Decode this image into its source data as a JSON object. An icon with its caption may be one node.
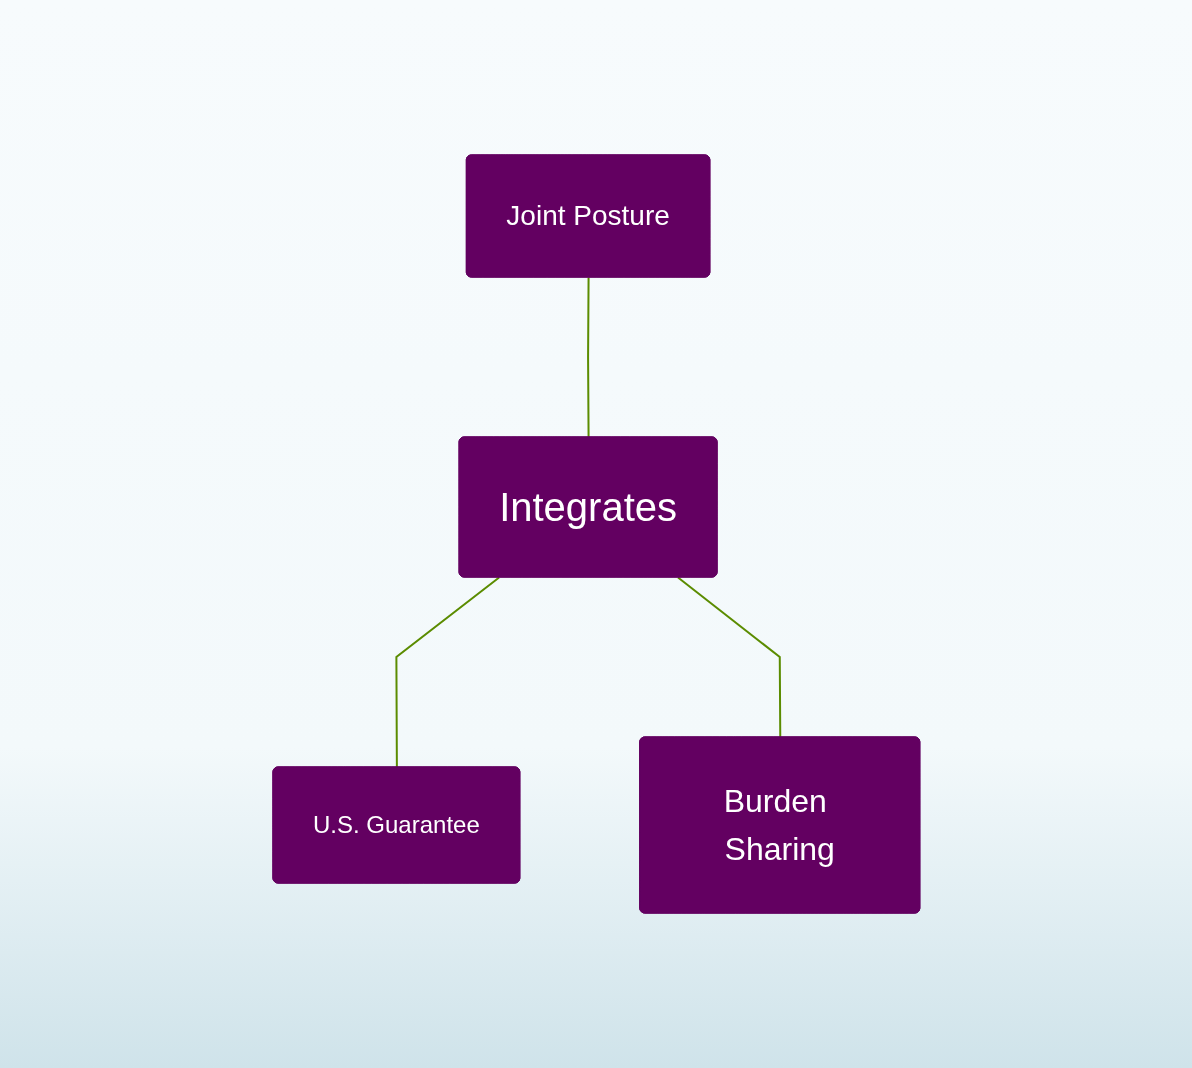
{
  "diagram": {
    "nodes": [
      {
        "text": [
          "Joint Posture"
        ]
      },
      {
        "text": [
          "Integrates"
        ]
      },
      {
        "text": [
          "U.S. Guarantee"
        ]
      },
      {
        "text": [
          "Burden Sharing"
        ]
      }
    ],
    "edges": [
      {
        "from": 0,
        "to": 1,
        "arrow": "none"
      },
      {
        "from": 1,
        "to": 2,
        "arrow": "none"
      },
      {
        "from": 1,
        "to": 3,
        "arrow": "none"
      }
    ]
  }
}
